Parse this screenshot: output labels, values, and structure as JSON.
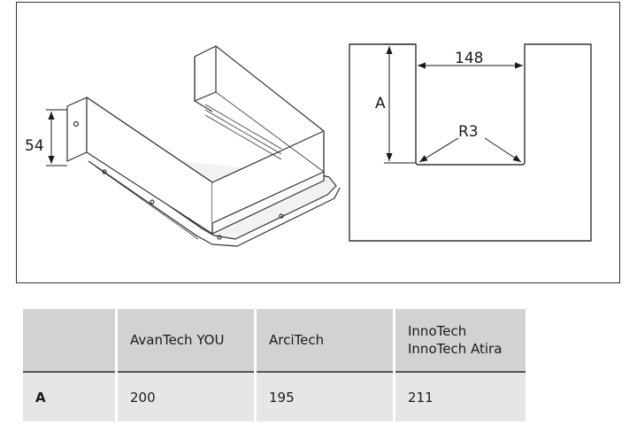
{
  "diagram": {
    "height_label": "54",
    "width_label": "148",
    "depth_label": "A",
    "radius_label": "R3"
  },
  "table": {
    "header": {
      "blank": "",
      "col1": "AvanTech YOU",
      "col2": "ArciTech",
      "col3_line1": "InnoTech",
      "col3_line2": "InnoTech Atira"
    },
    "row": {
      "label": "A",
      "col1": "200",
      "col2": "195",
      "col3": "211"
    }
  },
  "colors": {
    "header_bg": "#d2d2d2",
    "row_bg": "#e6e6e6",
    "line": "#333333"
  }
}
